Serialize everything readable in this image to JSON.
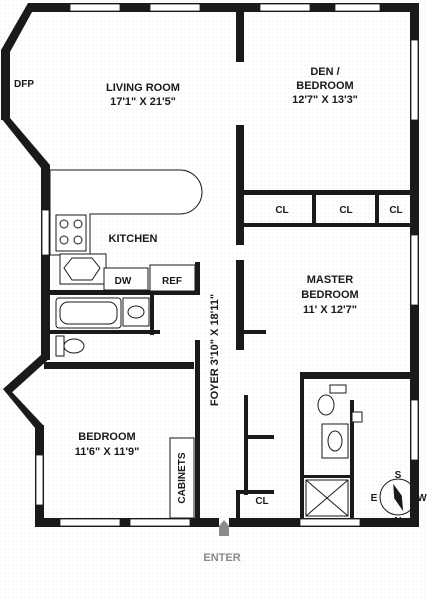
{
  "colors": {
    "wall": "#1a1a1a",
    "background": "#ffffff",
    "watermark": "#ececec",
    "enter_text": "#8a8a8a"
  },
  "rooms": {
    "living": {
      "name": "LIVING ROOM",
      "dims": "17'1\" X 21'5\""
    },
    "den": {
      "name_1": "DEN /",
      "name_2": "BEDROOM",
      "dims": "12'7\" X 13'3\""
    },
    "kitchen": {
      "name": "KITCHEN"
    },
    "master": {
      "name_1": "MASTER",
      "name_2": "BEDROOM",
      "dims": "11' X 12'7\""
    },
    "bedroom": {
      "name": "BEDROOM",
      "dims": "11'6\" X 11'9\""
    },
    "foyer": {
      "label": "FOYER 3'10\" X 18'11\""
    }
  },
  "labels": {
    "dfp": "DFP",
    "dw": "DW",
    "ref": "REF",
    "cl": "CL",
    "cabinets": "CABINETS",
    "enter": "ENTER"
  },
  "compass": {
    "n": "N",
    "s": "S",
    "e": "E",
    "w": "W"
  },
  "icons": {
    "compass": "compass-rose-icon",
    "entry_arrow": "arrow-up-icon"
  }
}
